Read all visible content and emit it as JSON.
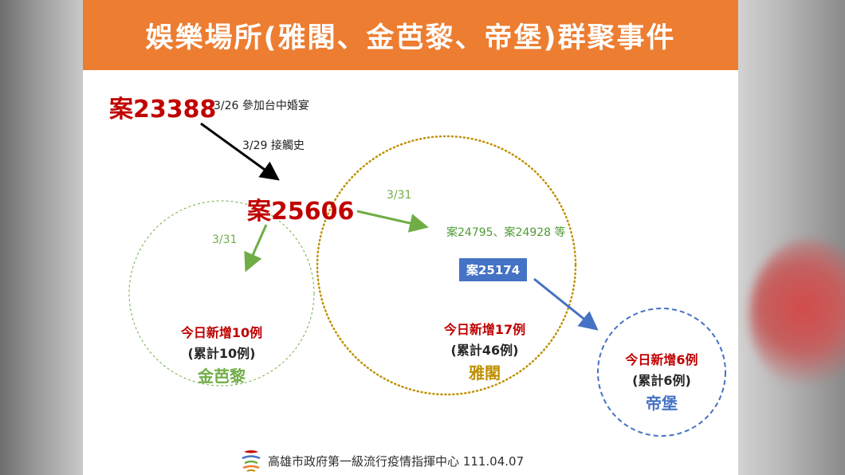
{
  "header": {
    "title": "娛樂場所(雅閣、金芭黎、帝堡)群聚事件"
  },
  "source_case": {
    "label": "案23388",
    "note": "3/26 參加台中婚宴"
  },
  "contact_label": "3/29 接觸史",
  "index_case": {
    "label": "案25606"
  },
  "arrow_dates": {
    "to_jinbali": "3/31",
    "to_yage": "3/31"
  },
  "yage_cases": "案24795、案24928 等",
  "yage_link_case": "案25174",
  "clusters": {
    "jinbali": {
      "new": "今日新增10例",
      "total": "(累計10例)",
      "name": "金芭黎"
    },
    "yage": {
      "new": "今日新增17例",
      "total": "(累計46例)",
      "name": "雅閣"
    },
    "dibao": {
      "new": "今日新增6例",
      "total": "(累計6例)",
      "name": "帝堡"
    }
  },
  "colors": {
    "title_bar": "#ed7d31",
    "case_red": "#c00000",
    "green": "#70ad47",
    "gold": "#bf9000",
    "blue": "#4472c4"
  },
  "footer": {
    "logo": "kaohsiung-logo-icon",
    "text": "高雄市政府第一級流行疫情指揮中心   111.04.07"
  }
}
